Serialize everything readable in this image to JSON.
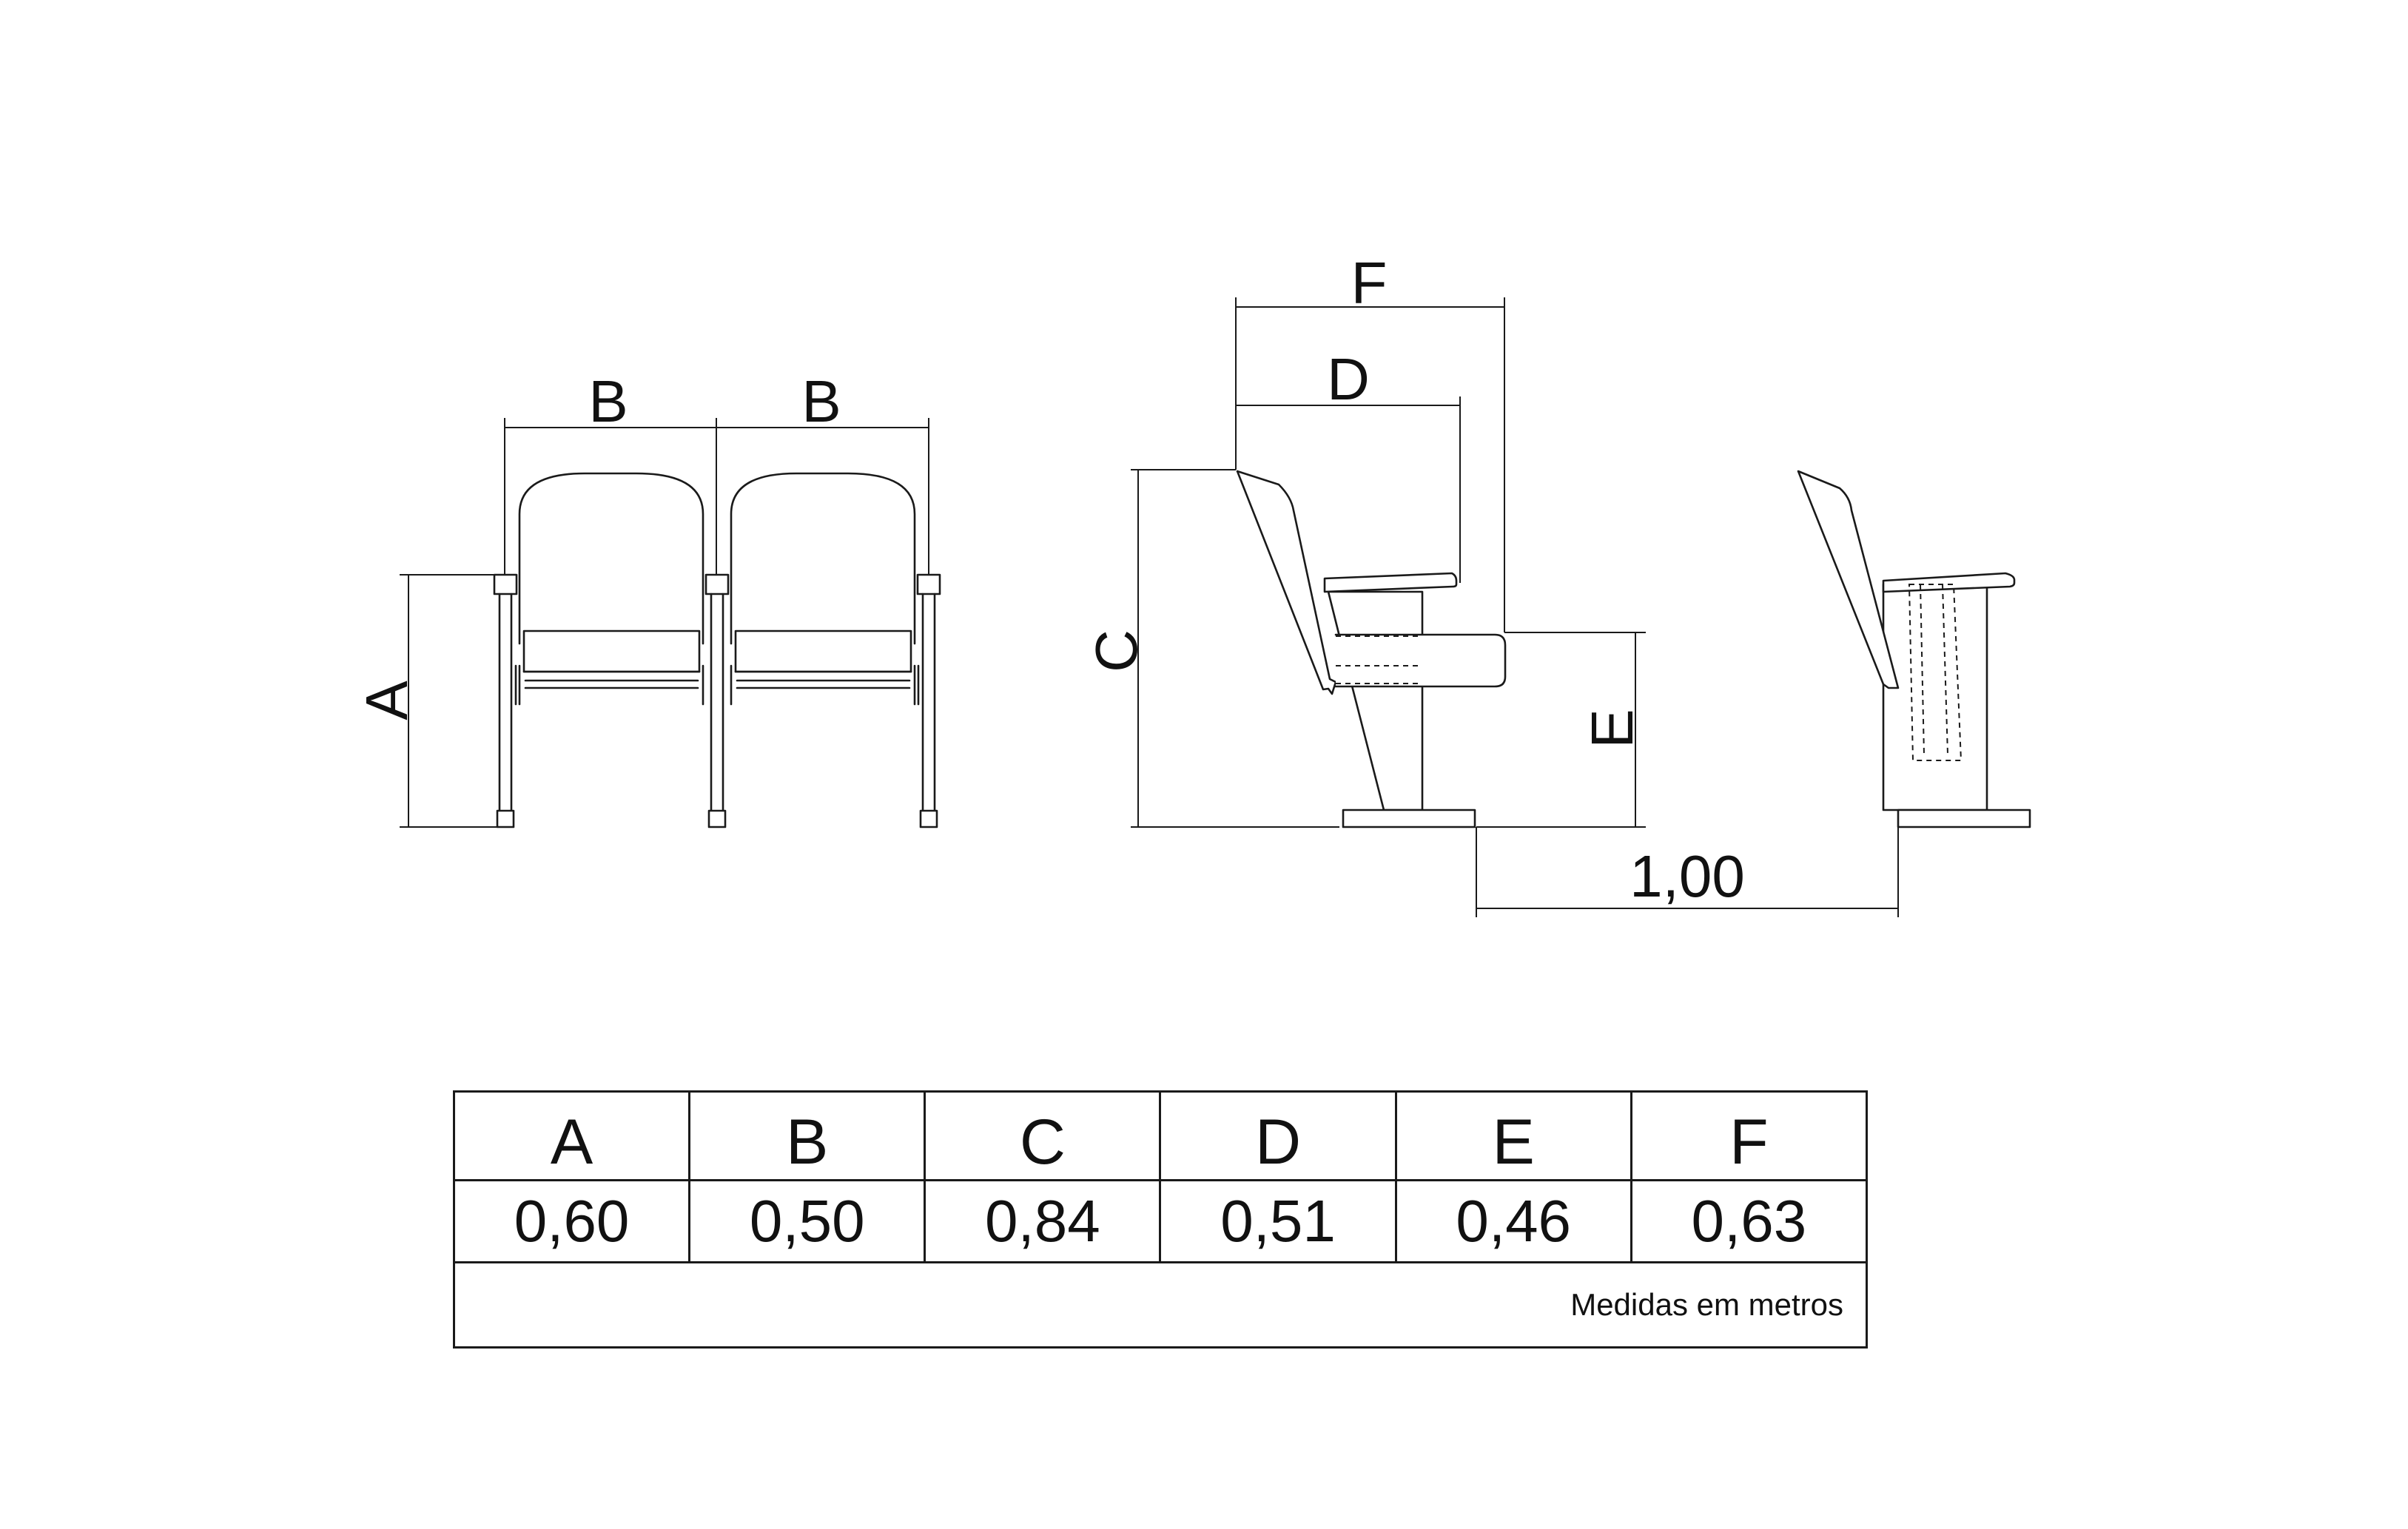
{
  "drawing": {
    "dimensions": {
      "front_left_width": "B",
      "front_right_width": "B",
      "front_height": "A",
      "side_total_height": "C",
      "side_depth_inner": "D",
      "side_depth_outer": "F",
      "side_seat_height": "E",
      "row_spacing": "1,00"
    }
  },
  "table": {
    "headers": [
      "A",
      "B",
      "C",
      "D",
      "E",
      "F"
    ],
    "values": [
      "0,60",
      "0,50",
      "0,84",
      "0,51",
      "0,46",
      "0,63"
    ],
    "note": "Medidas em metros"
  }
}
